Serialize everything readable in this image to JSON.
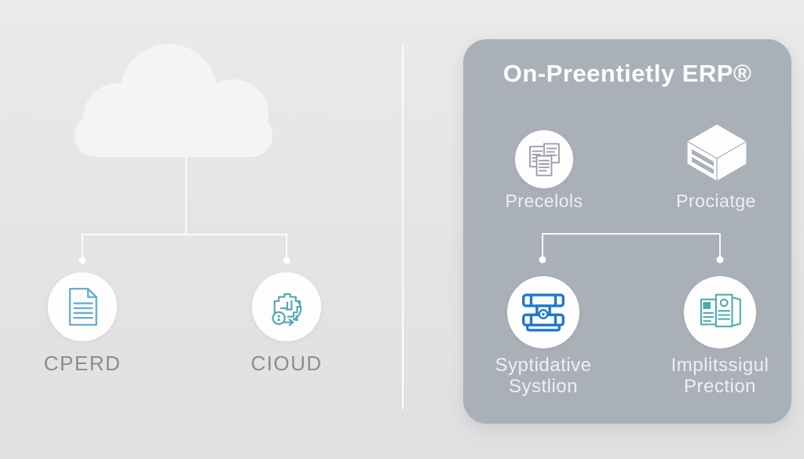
{
  "background": {
    "color": "#e6e6e7",
    "divider_color": "#ffffff"
  },
  "left_section": {
    "cloud_icon": "cloud",
    "cloud_color": "#f3f4f6",
    "connector_color": "#fbfbfc",
    "label_color": "#8c8c8c",
    "nodes": [
      {
        "label": "CPERD",
        "icon": "document-icon",
        "icon_color": "#67acd7"
      },
      {
        "label": "CIOUD",
        "icon": "process-gear-icon",
        "icon_color": "#53a9b1"
      }
    ]
  },
  "right_panel": {
    "title": "On-Preentietly ERP®",
    "background_color": "#aab0b7",
    "connector_color": "#f6f8f9",
    "items": [
      {
        "label": "Precelols",
        "icon": "documents-stack-icon",
        "icon_color": "#9aa0a8"
      },
      {
        "label": "Prociatge",
        "icon": "cube-icon",
        "icon_color": "#ffffff"
      },
      {
        "label_line1": "Syptidative",
        "label_line2": "Systlion",
        "icon": "structure-frame-icon",
        "icon_color": "#2079cf"
      },
      {
        "label_line1": "Implitssigul",
        "label_line2": "Prection",
        "icon": "brochure-pages-icon",
        "icon_color": "#4aa9ad"
      }
    ]
  }
}
